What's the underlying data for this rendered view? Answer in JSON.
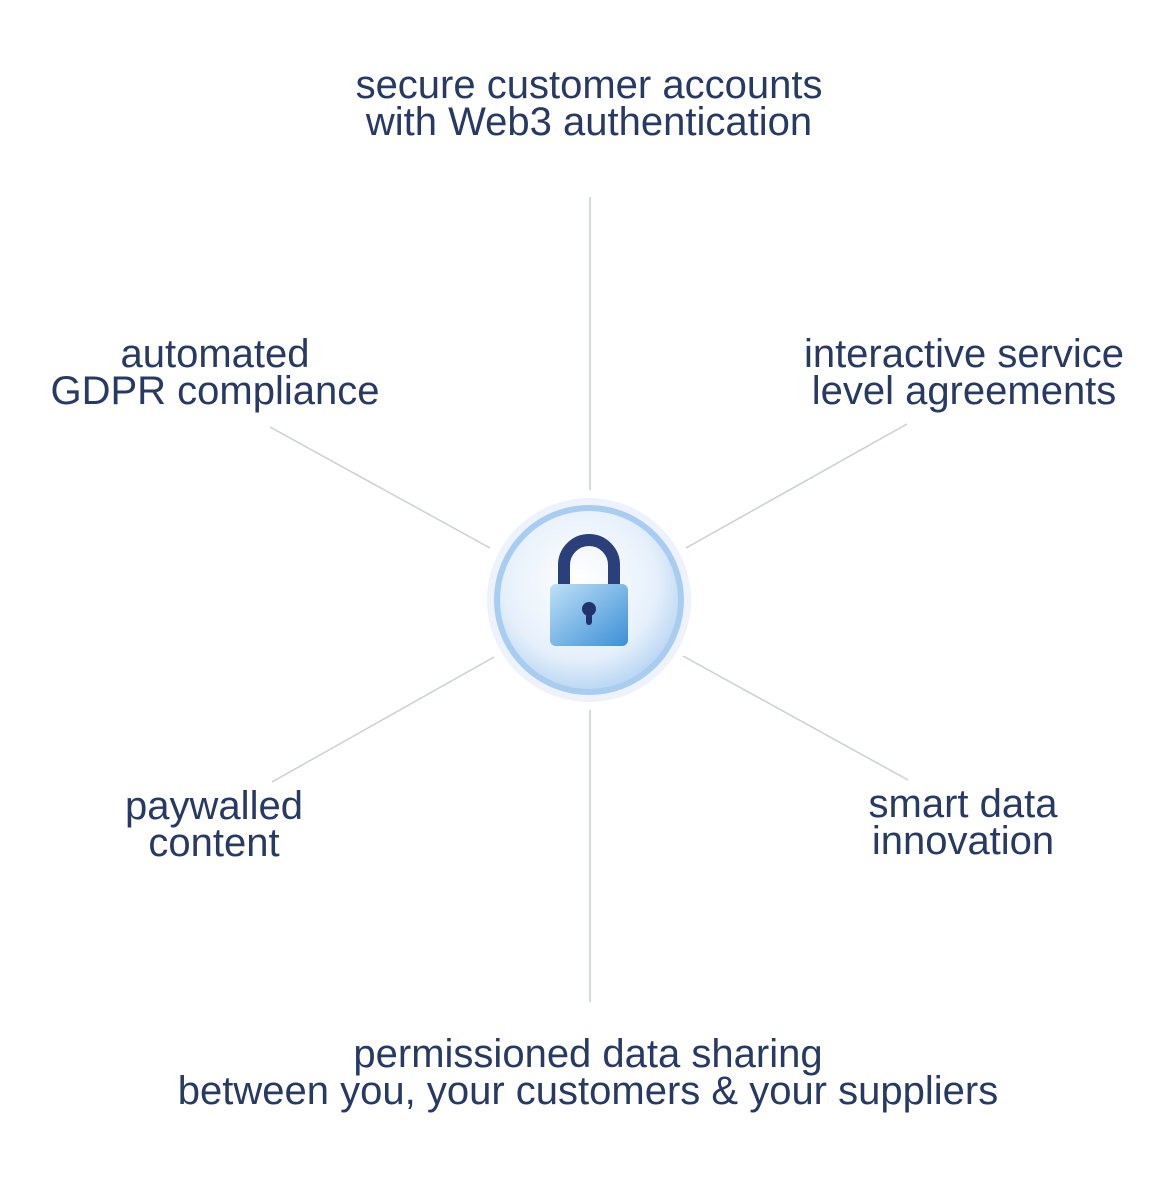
{
  "features": {
    "top": [
      "secure customer accounts",
      "with Web3 authentication"
    ],
    "upper_left": [
      "automated",
      "GDPR compliance"
    ],
    "upper_right": [
      "interactive service",
      "level agreements"
    ],
    "lower_left": [
      "paywalled",
      "content"
    ],
    "lower_right": [
      "smart data",
      "innovation"
    ],
    "bottom": [
      "permissioned data sharing",
      "between you, your customers & your suppliers"
    ]
  },
  "colors": {
    "text": "#283a63",
    "line": "#c9d1d1",
    "lock_shackle": "#2b3f7a",
    "lock_body": "#6fb3e8"
  }
}
